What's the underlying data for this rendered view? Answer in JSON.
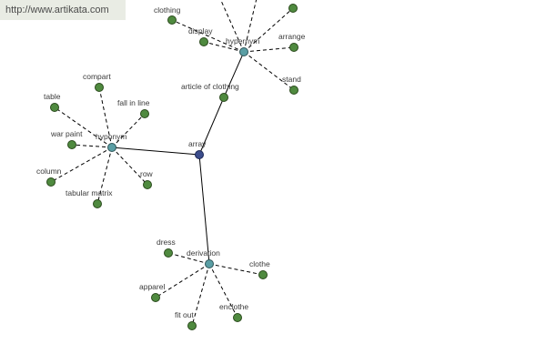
{
  "banner": {
    "url_text": "http://www.artikata.com"
  },
  "graph": {
    "colors": {
      "leaf": "#4f8a3f",
      "relation": "#5a9ea4",
      "root": "#3c4d8c"
    },
    "nodes": [
      {
        "id": "array",
        "label": "array",
        "kind": "root"
      },
      {
        "id": "hypernym",
        "label": "hypernym",
        "kind": "relation"
      },
      {
        "id": "hyponym",
        "label": "hyponym",
        "kind": "relation"
      },
      {
        "id": "derivation",
        "label": "derivation",
        "kind": "relation"
      },
      {
        "id": "article-of-clothing",
        "label": "article of clothing",
        "kind": "leaf"
      },
      {
        "id": "clothing",
        "label": "clothing",
        "kind": "leaf"
      },
      {
        "id": "display",
        "label": "display",
        "kind": "leaf"
      },
      {
        "id": "arrange",
        "label": "arrange",
        "kind": "leaf"
      },
      {
        "id": "stand",
        "label": "stand",
        "kind": "leaf"
      },
      {
        "id": "hypernym-top-right",
        "label": "",
        "kind": "leaf"
      },
      {
        "id": "compart",
        "label": "compart",
        "kind": "leaf"
      },
      {
        "id": "table",
        "label": "table",
        "kind": "leaf"
      },
      {
        "id": "fall-in-line",
        "label": "fall in line",
        "kind": "leaf"
      },
      {
        "id": "war-paint",
        "label": "war paint",
        "kind": "leaf"
      },
      {
        "id": "column",
        "label": "column",
        "kind": "leaf"
      },
      {
        "id": "row",
        "label": "row",
        "kind": "leaf"
      },
      {
        "id": "tabular-matrix",
        "label": "tabular matrix",
        "kind": "leaf"
      },
      {
        "id": "dress",
        "label": "dress",
        "kind": "leaf"
      },
      {
        "id": "clothe",
        "label": "clothe",
        "kind": "leaf"
      },
      {
        "id": "apparel",
        "label": "apparel",
        "kind": "leaf"
      },
      {
        "id": "fit-out",
        "label": "fit out",
        "kind": "leaf"
      },
      {
        "id": "enclothe",
        "label": "enclothe",
        "kind": "leaf"
      }
    ],
    "edges": [
      {
        "from": "array",
        "to": "article-of-clothing",
        "style": "solid"
      },
      {
        "from": "article-of-clothing",
        "to": "hypernym",
        "style": "solid"
      },
      {
        "from": "array",
        "to": "hyponym",
        "style": "solid"
      },
      {
        "from": "array",
        "to": "derivation",
        "style": "solid"
      },
      {
        "from": "hypernym",
        "to": "clothing",
        "style": "dashed"
      },
      {
        "from": "hypernym",
        "to": "display",
        "style": "dashed"
      },
      {
        "from": "hypernym",
        "to": "arrange",
        "style": "dashed"
      },
      {
        "from": "hypernym",
        "to": "stand",
        "style": "dashed"
      },
      {
        "from": "hypernym",
        "to": "hypernym-top-right",
        "style": "dashed"
      },
      {
        "from": "hypernym",
        "to": "offscreen-top-1",
        "style": "dashed"
      },
      {
        "from": "hypernym",
        "to": "offscreen-top-2",
        "style": "dashed"
      },
      {
        "from": "hyponym",
        "to": "compart",
        "style": "dashed"
      },
      {
        "from": "hyponym",
        "to": "table",
        "style": "dashed"
      },
      {
        "from": "hyponym",
        "to": "fall-in-line",
        "style": "dashed"
      },
      {
        "from": "hyponym",
        "to": "war-paint",
        "style": "dashed"
      },
      {
        "from": "hyponym",
        "to": "column",
        "style": "dashed"
      },
      {
        "from": "hyponym",
        "to": "row",
        "style": "dashed"
      },
      {
        "from": "hyponym",
        "to": "tabular-matrix",
        "style": "dashed"
      },
      {
        "from": "derivation",
        "to": "dress",
        "style": "dashed"
      },
      {
        "from": "derivation",
        "to": "clothe",
        "style": "dashed"
      },
      {
        "from": "derivation",
        "to": "apparel",
        "style": "dashed"
      },
      {
        "from": "derivation",
        "to": "fit-out",
        "style": "dashed"
      },
      {
        "from": "derivation",
        "to": "enclothe",
        "style": "dashed"
      }
    ]
  }
}
